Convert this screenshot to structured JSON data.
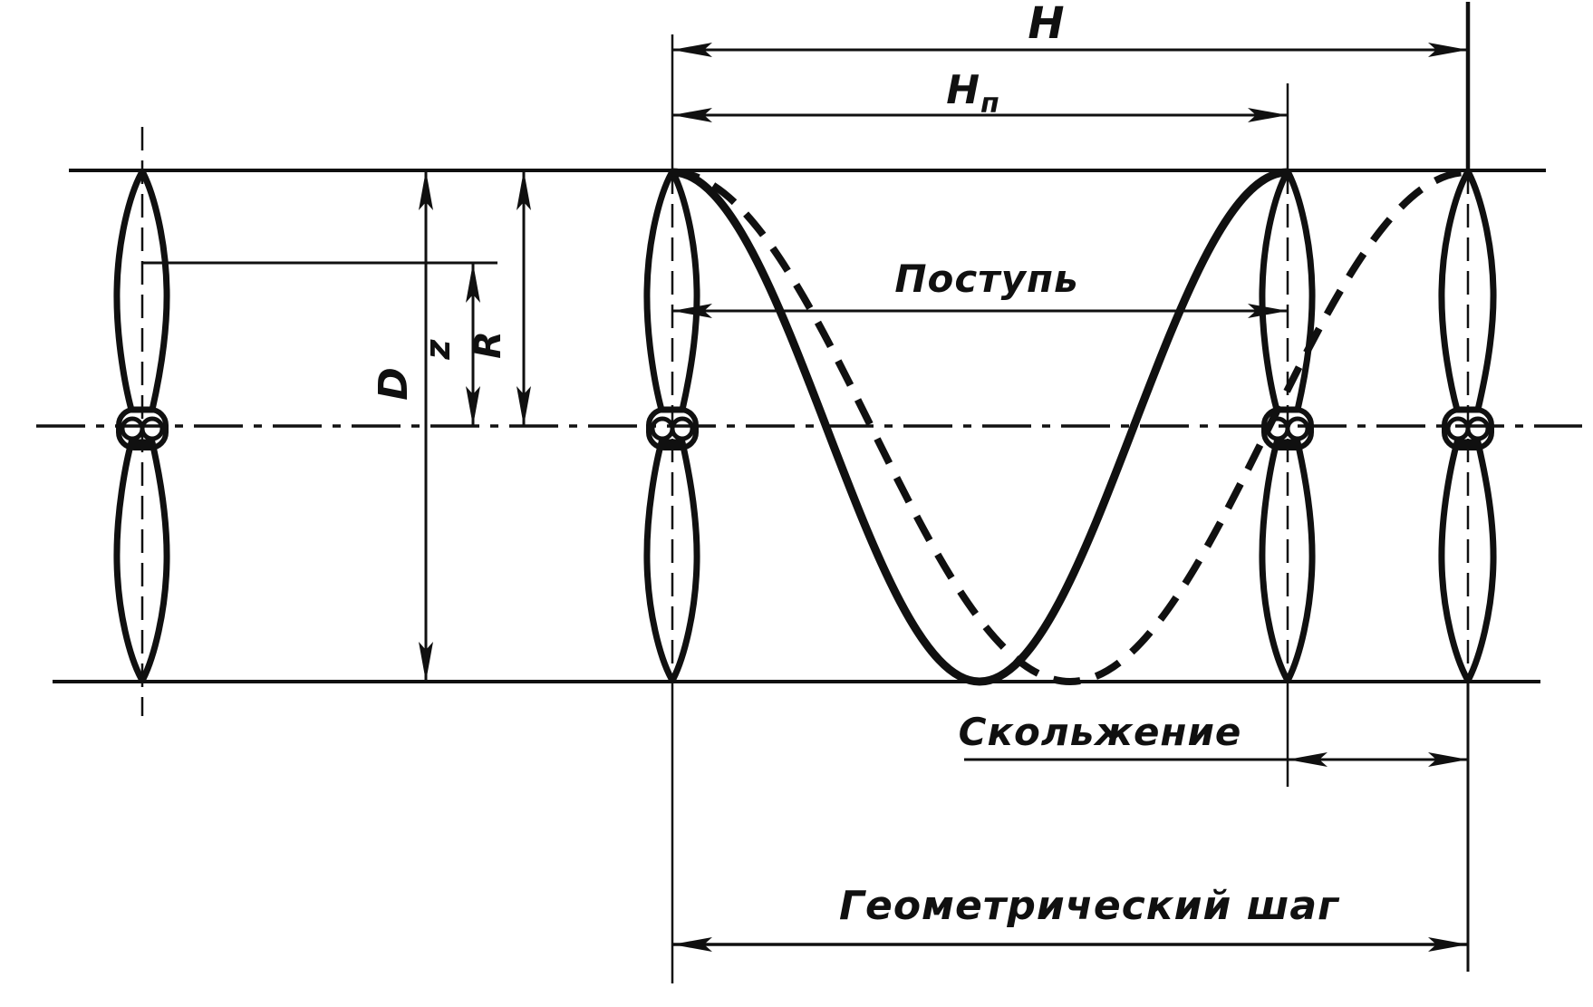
{
  "colors": {
    "ink": "#101010",
    "paper": "#ffffff"
  },
  "figure": {
    "dimensions": {
      "pitch_h": {
        "label": "H"
      },
      "pitch_hp": {
        "label_main": "H",
        "label_sub": "п"
      },
      "advance": {
        "label": "Поступь"
      },
      "slip": {
        "label": "Скольжение"
      },
      "geometric_pitch": {
        "label": "Геометрический шаг"
      },
      "diameter": {
        "label": "D"
      },
      "section_radius": {
        "label": "z"
      },
      "radius": {
        "label": "R"
      }
    }
  }
}
